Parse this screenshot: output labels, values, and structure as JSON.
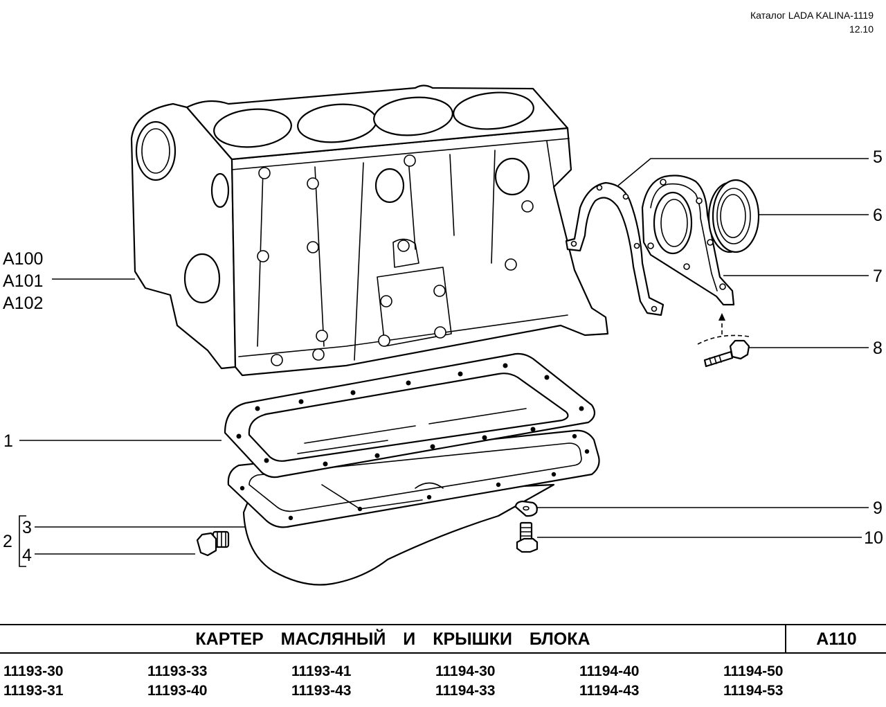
{
  "header": {
    "catalog": "Каталог LADA KALINA-1119",
    "date": "12.10"
  },
  "callouts": {
    "c1": "1",
    "c2": "2",
    "c3": "3",
    "c4": "4",
    "c5": "5",
    "c6": "6",
    "c7": "7",
    "c8": "8",
    "c9": "9",
    "c10": "10",
    "a100": "A100",
    "a101": "A101",
    "a102": "A102"
  },
  "footer": {
    "title": "КАРТЕР МАСЛЯНЫЙ И КРЫШКИ БЛОКА",
    "section": "A110",
    "models": [
      [
        "11193-30",
        "11193-33",
        "11193-41",
        "11194-30",
        "11194-40",
        "11194-50"
      ],
      [
        "11193-31",
        "11193-40",
        "11193-43",
        "11194-33",
        "11194-43",
        "11194-53"
      ]
    ]
  }
}
